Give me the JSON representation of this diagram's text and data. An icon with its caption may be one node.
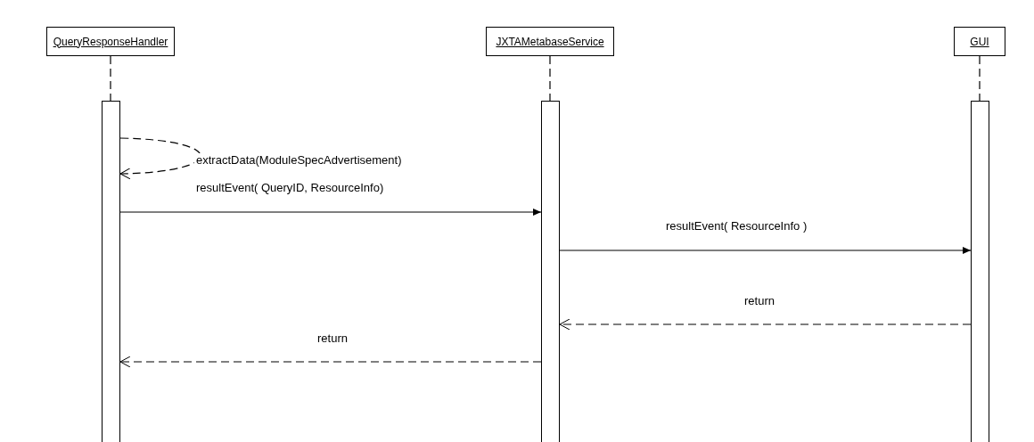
{
  "diagram": {
    "nodes": [
      {
        "text": [
          "QueryResponseHandler"
        ]
      },
      {
        "text": [
          "JXTAMetabaseService"
        ]
      },
      {
        "text": [
          "GUI"
        ]
      },
      {
        "text": [],
        "shape": "bar"
      },
      {
        "text": [],
        "shape": "bar"
      },
      {
        "text": [],
        "shape": "bar"
      }
    ],
    "edges": [
      {
        "from": 0,
        "to": 3,
        "arrow": "none",
        "style": "dashed"
      },
      {
        "from": 1,
        "to": 4,
        "arrow": "none",
        "style": "dashed"
      },
      {
        "from": 2,
        "to": 5,
        "arrow": "none",
        "style": "dashed"
      },
      {
        "from": 3,
        "to": 3,
        "arrow": "to",
        "style": "dashed",
        "label": "extractData(ModuleSpecAdvertisement)"
      },
      {
        "from": 3,
        "to": 4,
        "arrow": "to",
        "label": "resultEvent( QueryID, ResourceInfo)"
      },
      {
        "from": 4,
        "to": 5,
        "arrow": "to",
        "label": "resultEvent( ResourceInfo )"
      },
      {
        "from": 5,
        "to": 4,
        "arrow": "to",
        "style": "dashed",
        "label": "return"
      },
      {
        "from": 4,
        "to": 3,
        "arrow": "to",
        "style": "dashed",
        "label": "return"
      }
    ]
  }
}
